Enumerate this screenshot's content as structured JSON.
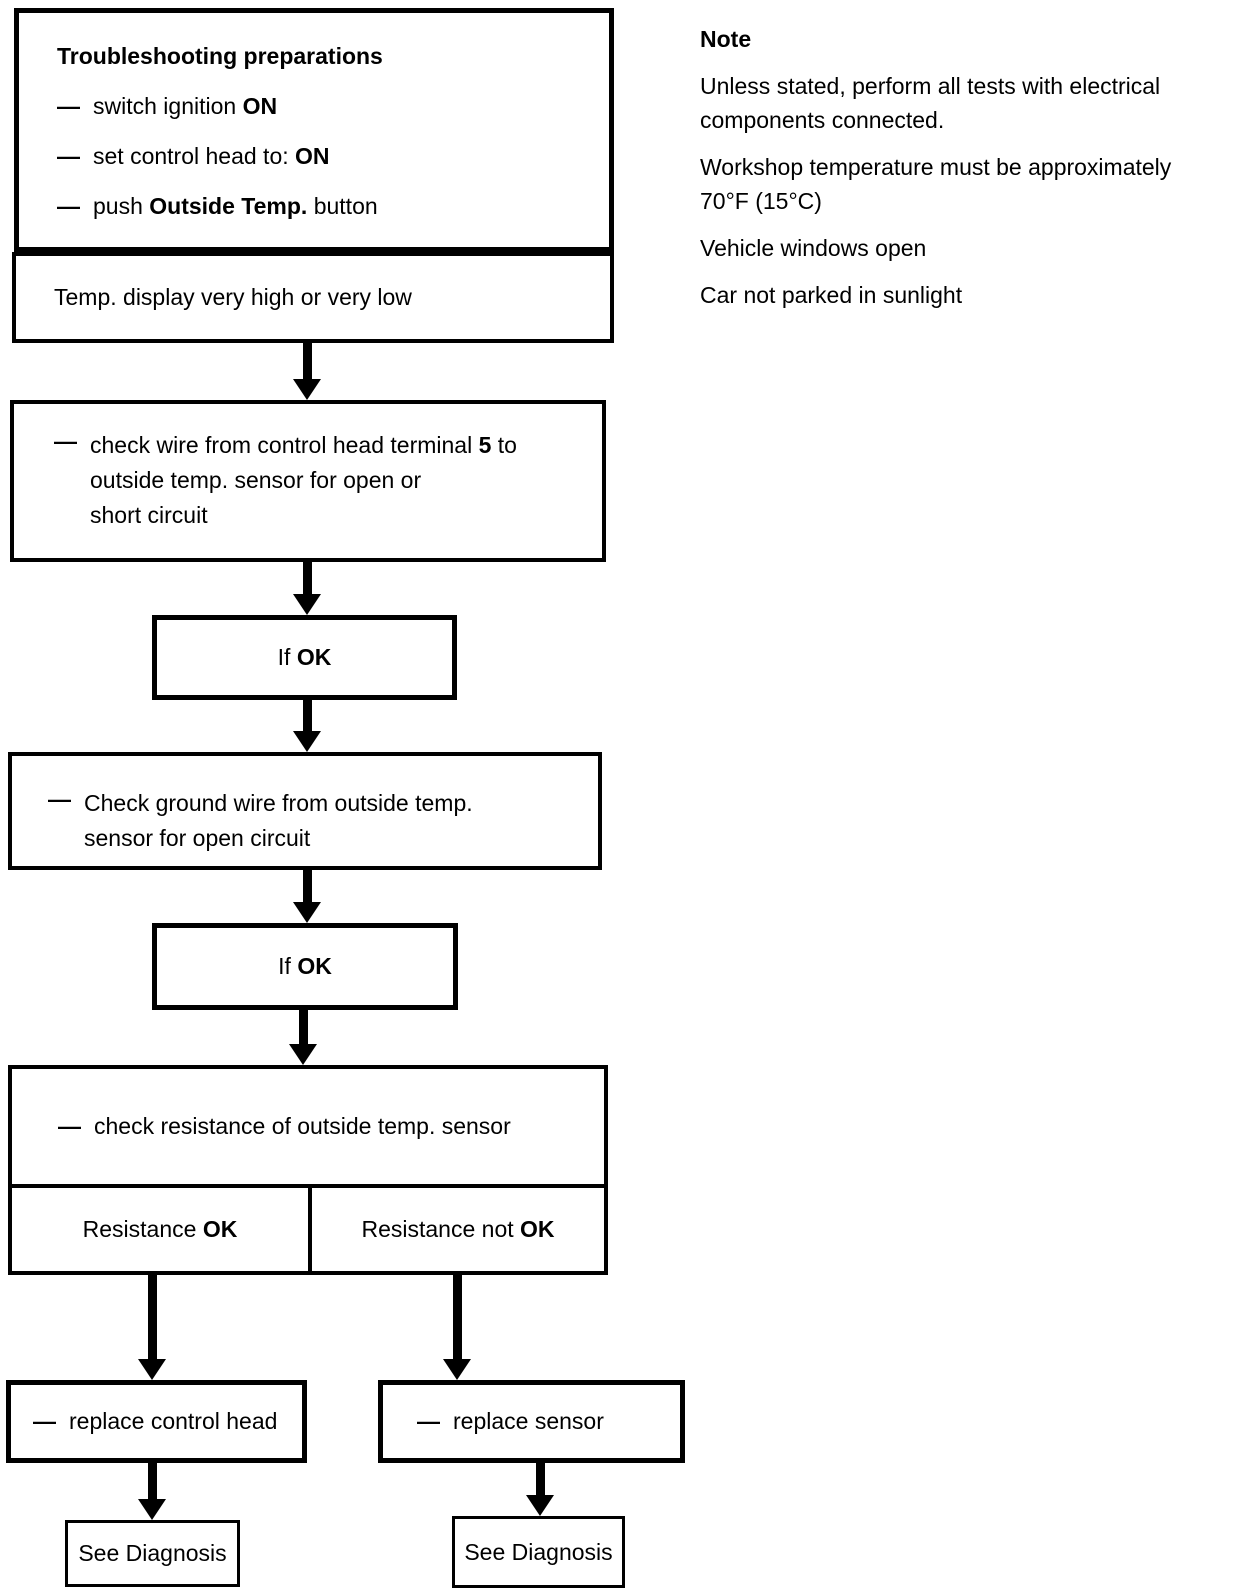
{
  "page": {
    "background": "#ffffff",
    "ink": "#000000"
  },
  "note": {
    "title": "Note",
    "paragraphs": [
      [
        "Unless stated, perform all tests with electrical",
        "components connected."
      ],
      [
        "Workshop temperature must be approximately",
        "70°F (15°C)"
      ],
      [
        "Vehicle windows open"
      ],
      [
        "Car not parked in sunlight"
      ]
    ]
  },
  "flow": {
    "prep": {
      "title": "Troubleshooting preparations",
      "items": [
        {
          "dash": "—",
          "pre": "switch ignition ",
          "bold": "ON",
          "post": ""
        },
        {
          "dash": "—",
          "pre": "set control head to: ",
          "bold": "ON",
          "post": ""
        },
        {
          "dash": "—",
          "pre": "push ",
          "bold": "Outside Temp.",
          "post": " button"
        }
      ]
    },
    "symptom": {
      "text": "Temp. display very high or very low"
    },
    "check_wire": {
      "dash": "—",
      "line1_pre": "check wire from control head terminal ",
      "line1_bold": "5",
      "line1_post": " to",
      "line2": "outside temp. sensor for open or",
      "line3": "short circuit"
    },
    "if_ok_1": {
      "pre": "If ",
      "bold": "OK"
    },
    "check_ground": {
      "dash": "—",
      "line1": "Check ground wire from outside temp.",
      "line2": "sensor for open circuit"
    },
    "if_ok_2": {
      "pre": "If ",
      "bold": "OK"
    },
    "check_resistance": {
      "dash": "—",
      "text": "check resistance of outside temp. sensor",
      "left_cell": {
        "pre": "Resistance ",
        "bold": "OK"
      },
      "right_cell": {
        "pre": "Resistance not ",
        "bold": "OK"
      }
    },
    "replace_head": {
      "dash": "—",
      "text": "replace control head"
    },
    "replace_sensor": {
      "dash": "—",
      "text": "replace sensor"
    },
    "see_diagnosis_left": {
      "text": "See Diagnosis"
    },
    "see_diagnosis_right": {
      "text": "See Diagnosis"
    }
  }
}
